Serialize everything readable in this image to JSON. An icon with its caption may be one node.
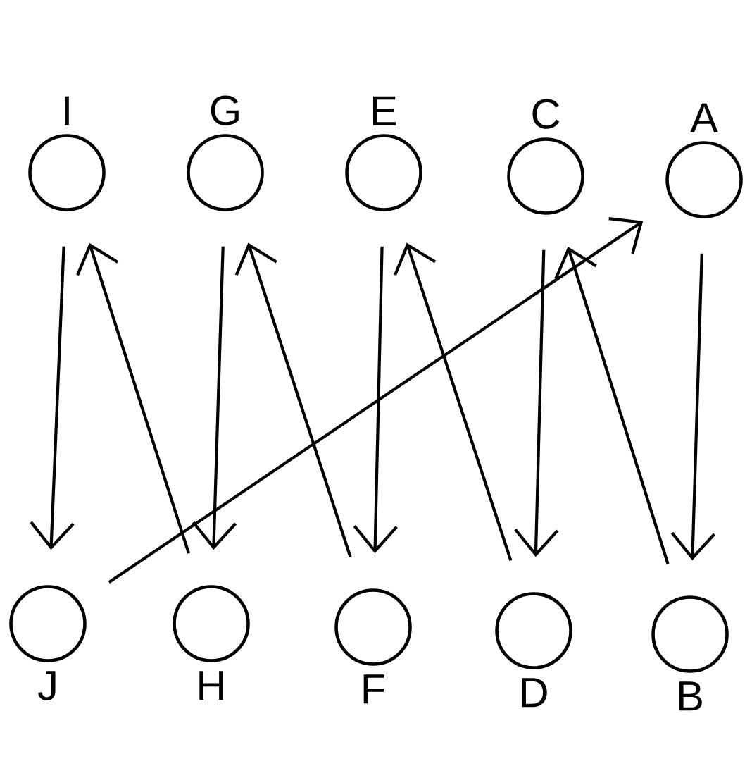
{
  "diagram": {
    "nodes": [
      {
        "text": [
          "I"
        ]
      },
      {
        "text": [
          "G"
        ]
      },
      {
        "text": [
          "E"
        ]
      },
      {
        "text": [
          "C"
        ]
      },
      {
        "text": [
          "A"
        ]
      },
      {
        "text": [
          "J"
        ]
      },
      {
        "text": [
          "H"
        ]
      },
      {
        "text": [
          "F"
        ]
      },
      {
        "text": [
          "D"
        ]
      },
      {
        "text": [
          "B"
        ]
      }
    ],
    "edges": [
      {
        "from": 4,
        "to": 9,
        "arrow": "to"
      },
      {
        "from": 9,
        "to": 3,
        "arrow": "to"
      },
      {
        "from": 3,
        "to": 8,
        "arrow": "to"
      },
      {
        "from": 8,
        "to": 2,
        "arrow": "to"
      },
      {
        "from": 2,
        "to": 7,
        "arrow": "to"
      },
      {
        "from": 7,
        "to": 1,
        "arrow": "to"
      },
      {
        "from": 1,
        "to": 6,
        "arrow": "to"
      },
      {
        "from": 6,
        "to": 0,
        "arrow": "to"
      },
      {
        "from": 0,
        "to": 5,
        "arrow": "to"
      },
      {
        "from": 5,
        "to": 4,
        "arrow": "to"
      }
    ]
  }
}
